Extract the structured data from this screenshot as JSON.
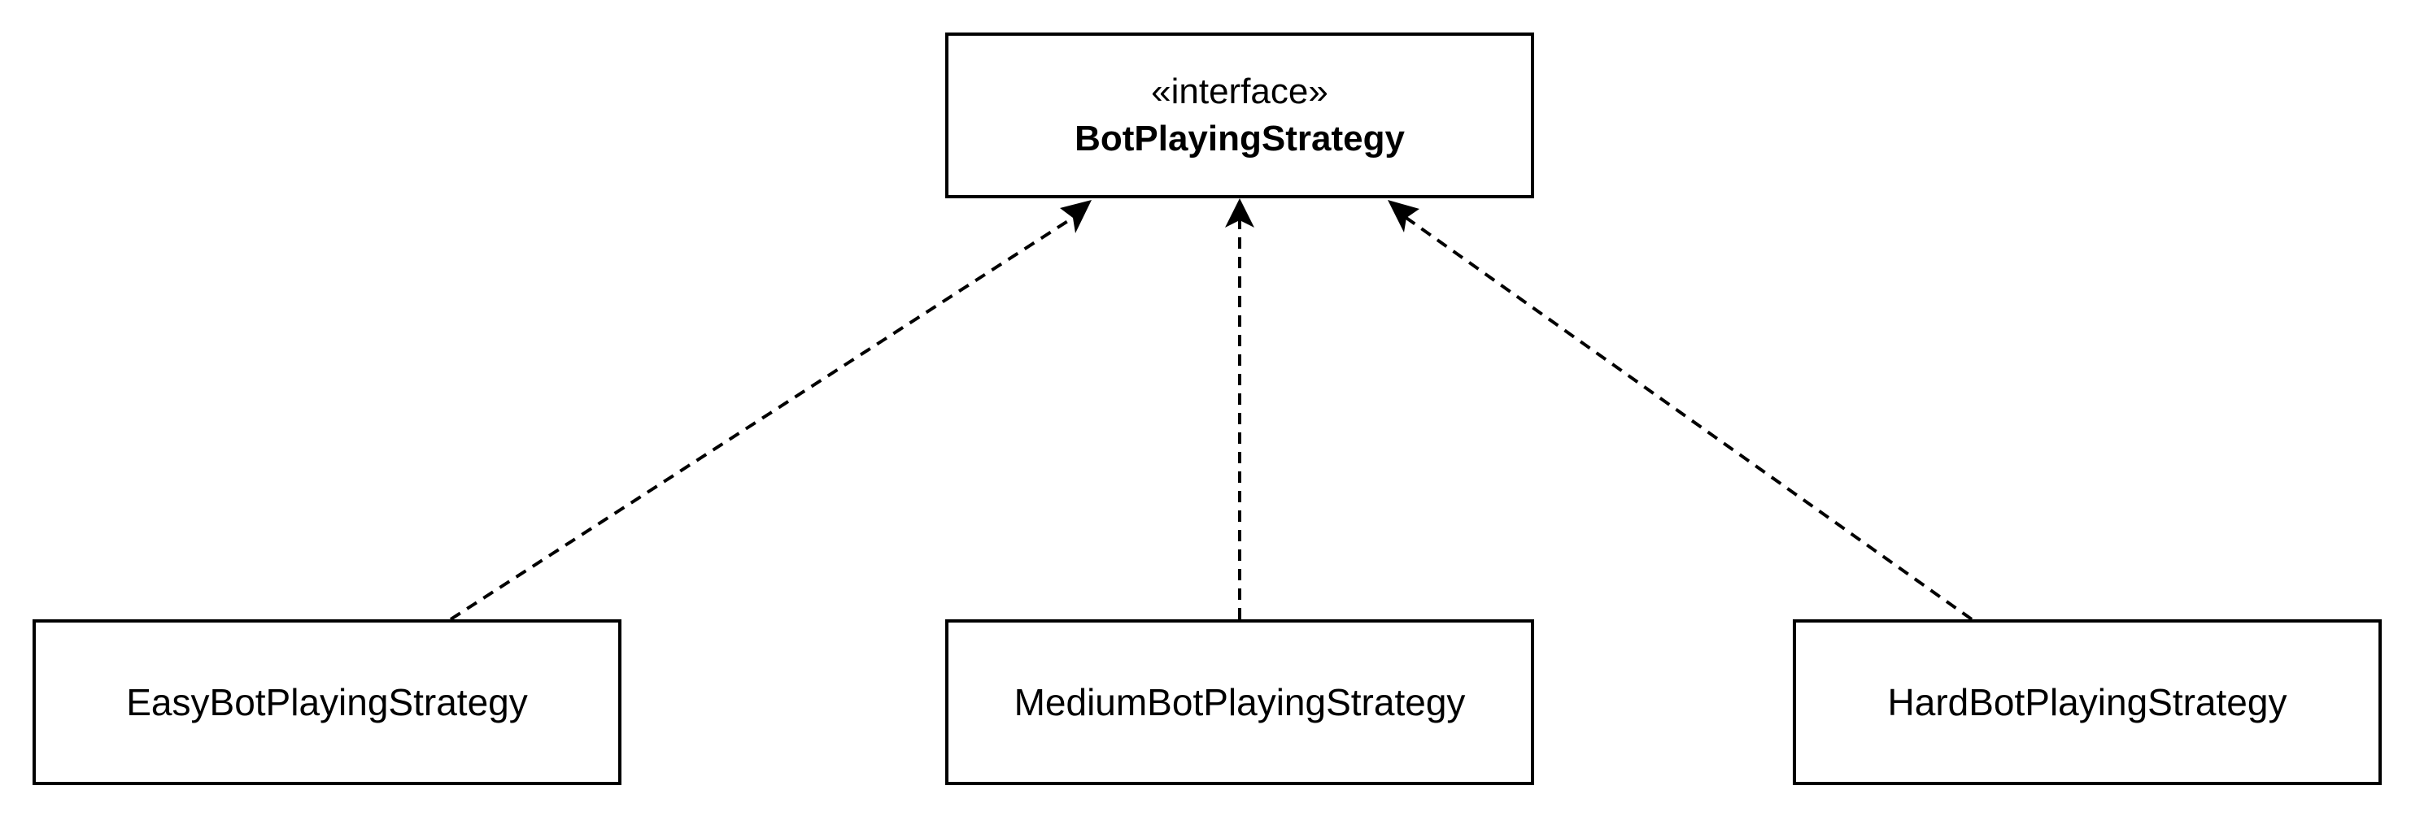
{
  "interface": {
    "stereotype": "«interface»",
    "name": "BotPlayingStrategy"
  },
  "implementations": [
    {
      "name": "EasyBotPlayingStrategy"
    },
    {
      "name": "MediumBotPlayingStrategy"
    },
    {
      "name": "HardBotPlayingStrategy"
    }
  ],
  "relationships": [
    {
      "from": "EasyBotPlayingStrategy",
      "to": "BotPlayingStrategy",
      "type": "realization"
    },
    {
      "from": "MediumBotPlayingStrategy",
      "to": "BotPlayingStrategy",
      "type": "realization"
    },
    {
      "from": "HardBotPlayingStrategy",
      "to": "BotPlayingStrategy",
      "type": "realization"
    }
  ]
}
